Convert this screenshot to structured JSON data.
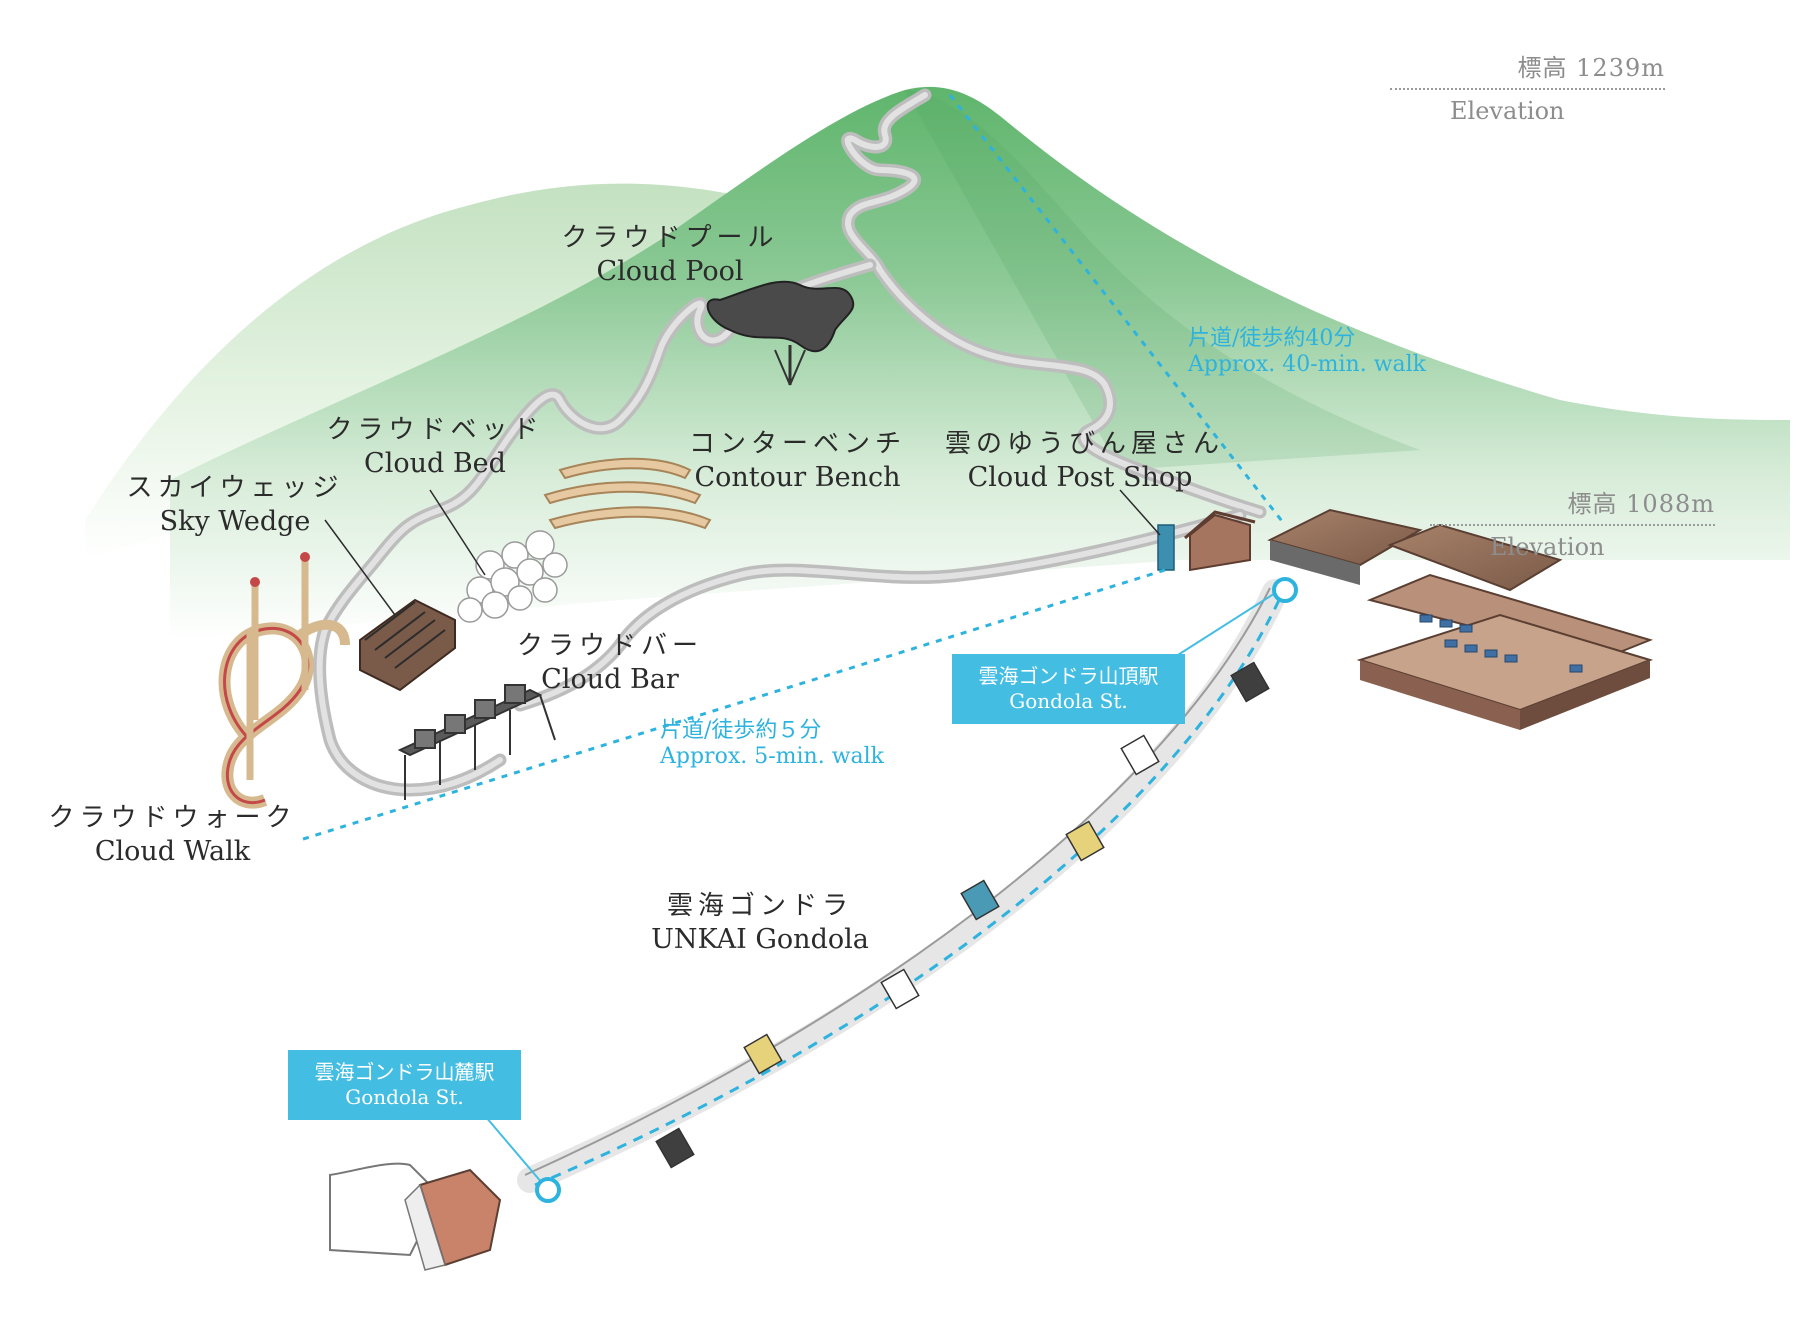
{
  "elevation_top": {
    "value": "標高 1239m",
    "label": "Elevation"
  },
  "elevation_station": {
    "value": "標高 1088m",
    "label": "Elevation"
  },
  "attractions": {
    "cloud_pool": {
      "ja": "クラウドプール",
      "en": "Cloud Pool"
    },
    "cloud_bed": {
      "ja": "クラウドベッド",
      "en": "Cloud Bed"
    },
    "contour_bench": {
      "ja": "コンターベンチ",
      "en": "Contour Bench"
    },
    "cloud_post_shop": {
      "ja": "雲のゆうびん屋さん",
      "en": "Cloud Post Shop"
    },
    "sky_wedge": {
      "ja": "スカイウェッジ",
      "en": "Sky Wedge"
    },
    "cloud_bar": {
      "ja": "クラウドバー",
      "en": "Cloud Bar"
    },
    "cloud_walk": {
      "ja": "クラウドウォーク",
      "en": "Cloud Walk"
    },
    "gondola": {
      "ja": "雲海ゴンドラ",
      "en": "UNKAI Gondola"
    }
  },
  "walk_routes": {
    "to_summit": {
      "ja": "片道/徒歩約40分",
      "en": "Approx. 40-min. walk"
    },
    "to_cloud_walk": {
      "ja": "片道/徒歩約５分",
      "en": "Approx. 5-min. walk"
    }
  },
  "stations": {
    "summit": {
      "ja": "雲海ゴンドラ山頂駅",
      "en": "Gondola St."
    },
    "base": {
      "ja": "雲海ゴンドラ山麓駅",
      "en": "Gondola St."
    }
  },
  "colors": {
    "route_accent": "#2eb3de",
    "station_badge": "#44bde3",
    "mountain_green": "#6fbd78",
    "path_gray": "#b9b9b9",
    "gondola_yellow": "#e6d27a",
    "gondola_blue": "#4a9ab5",
    "gondola_dark": "#3f3f3f"
  }
}
